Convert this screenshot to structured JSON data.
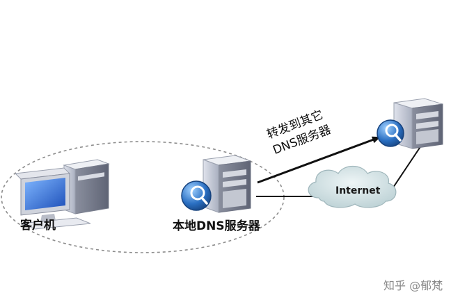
{
  "diagram": {
    "client_label": "客户机",
    "local_dns_label": "本地DNS服务器",
    "forward_line1": "转发到其它",
    "forward_line2": "DNS服务器",
    "internet_label": "Internet",
    "watermark": "知乎 @郁梵"
  },
  "colors": {
    "line": "#111111",
    "dashed_circle": "#8c8c8c",
    "cloud_fill": "#d3e3e6",
    "globe_blue": "#2a6fc2",
    "server_gray": "#c8cdd8"
  }
}
